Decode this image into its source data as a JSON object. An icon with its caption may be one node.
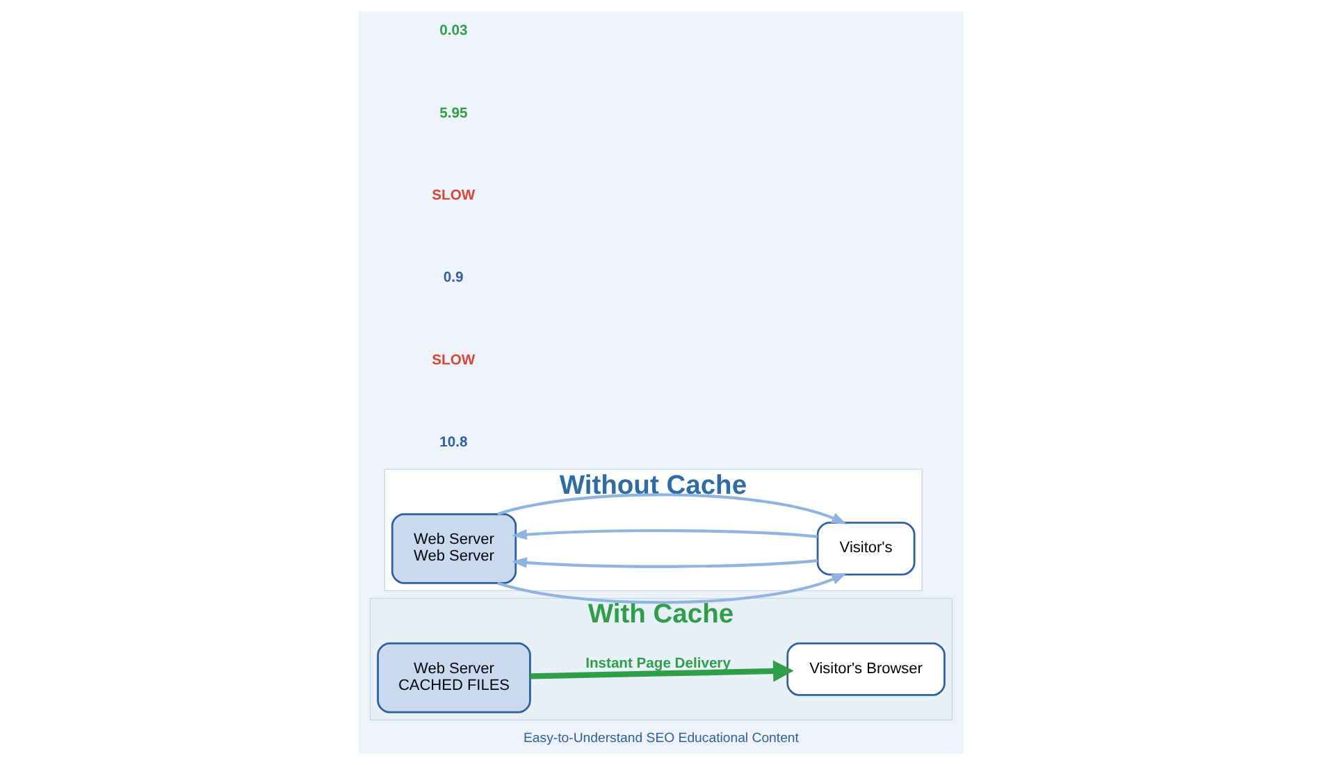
{
  "diagram": {
    "caption": "Easy-to-Understand SEO Educational Content",
    "nodes": [
      {
        "text": [
          "Without Cache"
        ]
      },
      {
        "text": [
          "Web Server",
          "Web Server"
        ],
        "in": 0
      },
      {
        "text": [
          "Visitor's"
        ],
        "in": 0
      },
      {
        "text": [
          "With Cache"
        ]
      },
      {
        "text": [
          "Web Server",
          "CACHED FILES"
        ],
        "in": 3
      },
      {
        "text": [
          "Visitor's Browser"
        ],
        "in": 3
      }
    ],
    "edges": [
      {
        "from": 2,
        "to": 1,
        "arrow": "to"
      },
      {
        "from": 1,
        "to": 2,
        "arrow": "to"
      },
      {
        "from": 2,
        "to": 1,
        "arrow": "to"
      },
      {
        "from": 1,
        "to": 2,
        "arrow": "to"
      },
      {
        "from": 4,
        "to": 5,
        "arrow": "to",
        "label": "Instant Page Delivery",
        "style": "thick",
        "color": "#2e9e48"
      }
    ],
    "labels": [
      "10.8",
      "SLOW",
      "0.9",
      "SLOW",
      "5.95",
      "0.03"
    ]
  }
}
